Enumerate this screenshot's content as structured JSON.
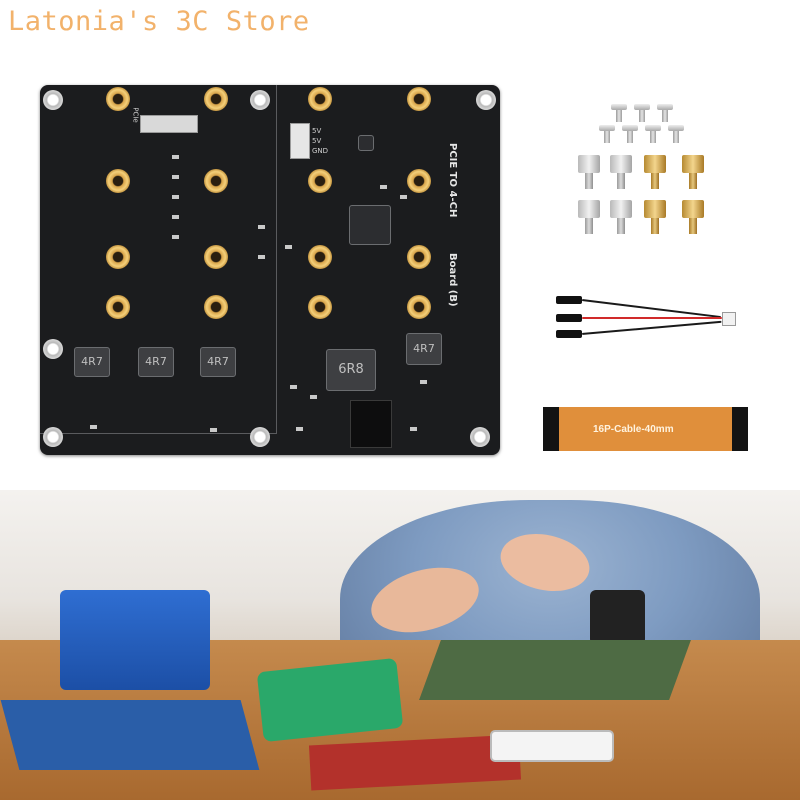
{
  "watermark": "Latonia's 3C Store",
  "board": {
    "title_line1": "PCIE TO 4-CH",
    "title_line2": "Board (B)",
    "connector_label": "PCIe",
    "power_labels": [
      "5V",
      "5V",
      "GND"
    ],
    "inductors": [
      "4R7",
      "4R7",
      "4R7",
      "6R8",
      "4R7"
    ]
  },
  "cable": {
    "ffc_label": "16P-Cable-40mm"
  },
  "colors": {
    "pcb": "#1b1c1e",
    "pad_gold": "#f5d07a",
    "ffc_orange": "#e08f3b",
    "watermark": "#f2b26b"
  }
}
